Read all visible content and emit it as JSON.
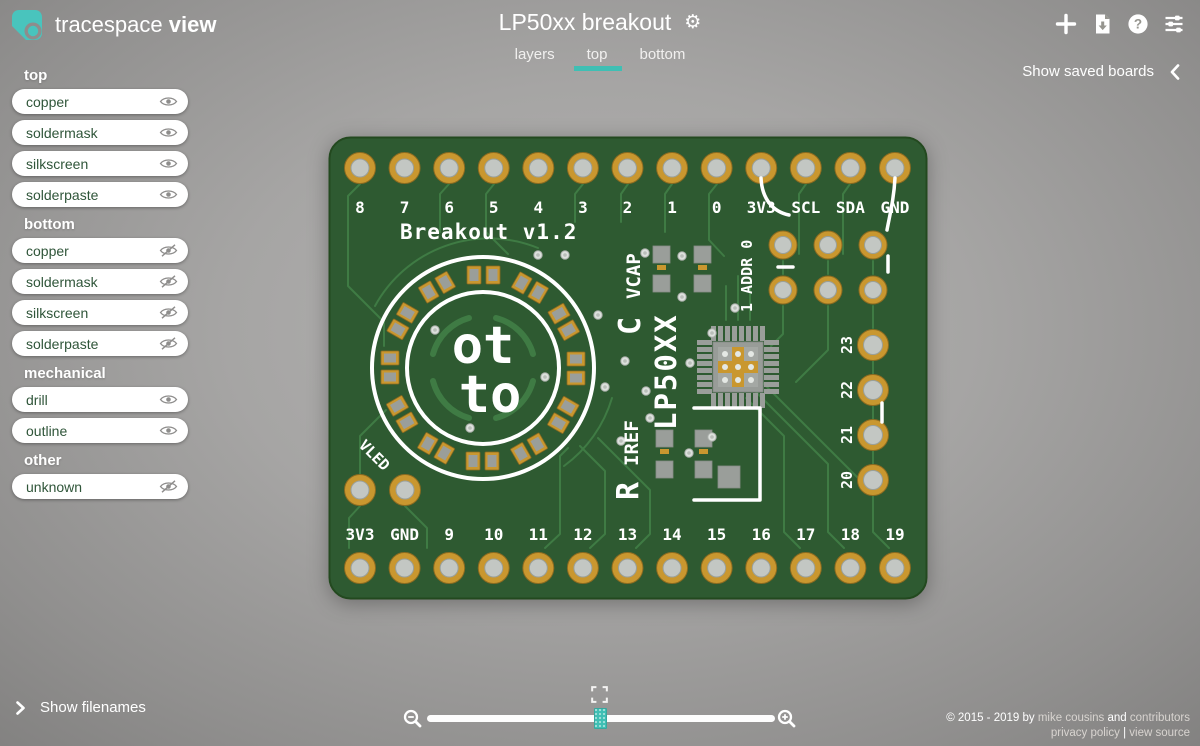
{
  "brand": {
    "name": "tracespace",
    "suffix": "view"
  },
  "header": {
    "title": "LP50xx breakout",
    "tabs": [
      {
        "label": "layers",
        "active": false
      },
      {
        "label": "top",
        "active": true
      },
      {
        "label": "bottom",
        "active": false
      }
    ],
    "show_saved": "Show saved boards"
  },
  "icons": {
    "gear": "⚙",
    "help_glyph": "?"
  },
  "sidebar": {
    "sections": [
      {
        "title": "top",
        "items": [
          {
            "label": "copper",
            "visible": true
          },
          {
            "label": "soldermask",
            "visible": true
          },
          {
            "label": "silkscreen",
            "visible": true
          },
          {
            "label": "solderpaste",
            "visible": true
          }
        ]
      },
      {
        "title": "bottom",
        "items": [
          {
            "label": "copper",
            "visible": false
          },
          {
            "label": "soldermask",
            "visible": false
          },
          {
            "label": "silkscreen",
            "visible": false
          },
          {
            "label": "solderpaste",
            "visible": false
          }
        ]
      },
      {
        "title": "mechanical",
        "items": [
          {
            "label": "drill",
            "visible": true
          },
          {
            "label": "outline",
            "visible": true
          }
        ]
      },
      {
        "title": "other",
        "items": [
          {
            "label": "unknown",
            "visible": false
          }
        ]
      }
    ]
  },
  "board": {
    "silk_title": "Breakout v1.2",
    "logo": [
      "ot",
      "to"
    ],
    "top_labels": [
      "8",
      "7",
      "6",
      "5",
      "4",
      "3",
      "2",
      "1",
      "0",
      "3V3",
      "SCL",
      "SDA",
      "GND"
    ],
    "bottom_labels": [
      "3V3",
      "GND",
      "9",
      "10",
      "11",
      "12",
      "13",
      "14",
      "15",
      "16",
      "17",
      "18",
      "19"
    ],
    "right_labels": [
      "23",
      "22",
      "21",
      "20"
    ],
    "designators": {
      "cap": "C",
      "cap_sub": "VCAP",
      "addr": "1 ADDR 0",
      "chip": "LP50XX",
      "res": "R",
      "res_sub": "IREF",
      "vled": "VLED"
    },
    "colors": {
      "substrate": "#2e5a31",
      "trace": "#3f7b44",
      "pad_gold": "#c9972f",
      "pad_hole": "#c3c7c3",
      "smd_grey": "#9a9e9a",
      "silk": "#ffffff",
      "accent": "#3fbfb4"
    }
  },
  "footer": {
    "show_filenames": "Show filenames",
    "copyright": {
      "prefix": "© 2015 - 2019 by",
      "author": "mike cousins",
      "conj": "and",
      "contributors": "contributors"
    },
    "links": {
      "privacy": "privacy policy",
      "sep": "|",
      "source": "view source"
    }
  }
}
